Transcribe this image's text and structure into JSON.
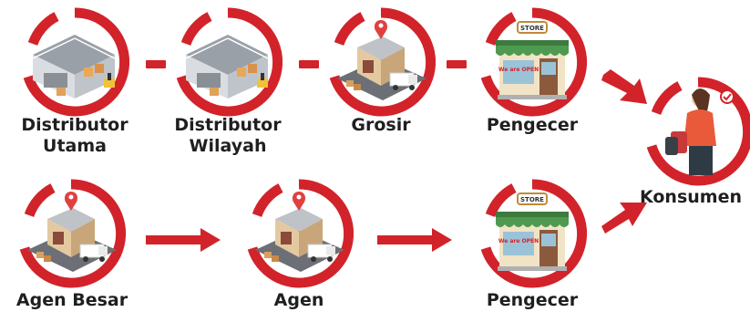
{
  "accent_color": "#d2232a",
  "nodes": {
    "distributor_utama": {
      "line1": "Distributor",
      "line2": "Utama",
      "icon": "warehouse-icon"
    },
    "distributor_wilayah": {
      "line1": "Distributor",
      "line2": "Wilayah",
      "icon": "warehouse-icon"
    },
    "grosir": {
      "label": "Grosir",
      "icon": "storefront-truck-icon"
    },
    "pengecer_top": {
      "label": "Pengecer",
      "icon": "store-icon",
      "store_sign": "STORE",
      "window_text": "We are OPEN"
    },
    "konsumen": {
      "label": "Konsumen",
      "icon": "shopper-icon"
    },
    "agen_besar": {
      "label": "Agen Besar",
      "icon": "storefront-truck-icon"
    },
    "agen": {
      "label": "Agen",
      "icon": "storefront-truck-icon"
    },
    "pengecer_bottom": {
      "label": "Pengecer",
      "icon": "store-icon",
      "store_sign": "STORE",
      "window_text": "We are OPEN"
    }
  }
}
